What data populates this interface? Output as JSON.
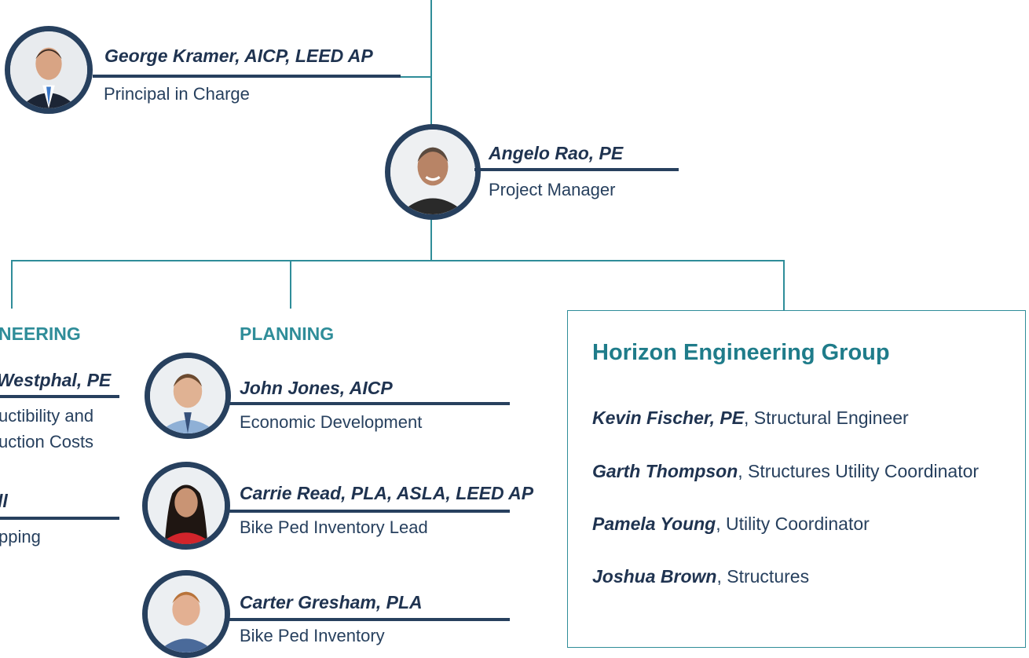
{
  "principal": {
    "name": "George Kramer, AICP, LEED AP",
    "role": "Principal in Charge"
  },
  "manager": {
    "name": "Angelo Rao, PE",
    "role": "Project Manager"
  },
  "engineering": {
    "heading": "NEERING",
    "people": [
      {
        "name": "Westphal, PE",
        "role_lines": [
          "uctibility and",
          "uction Costs"
        ]
      },
      {
        "name": "ll",
        "role_lines": [
          "pping"
        ]
      }
    ]
  },
  "planning": {
    "heading": "PLANNING",
    "people": [
      {
        "name": "John Jones, AICP",
        "role": "Economic Development"
      },
      {
        "name": "Carrie Read, PLA, ASLA, LEED AP",
        "role": "Bike Ped Inventory Lead"
      },
      {
        "name": "Carter Gresham, PLA",
        "role": "Bike Ped Inventory"
      }
    ]
  },
  "partner": {
    "title": "Horizon Engineering Group",
    "members": [
      {
        "name": "Kevin Fischer, PE",
        "role": ", Structural Engineer"
      },
      {
        "name": "Garth Thompson",
        "role": ", Structures Utility Coordinator"
      },
      {
        "name": "Pamela Young",
        "role": ", Utility Coordinator"
      },
      {
        "name": "Joshua Brown",
        "role": ", Structures"
      }
    ]
  },
  "colors": {
    "navy": "#27405e",
    "teal": "#2f8d99",
    "title_teal": "#1f7c8a"
  }
}
